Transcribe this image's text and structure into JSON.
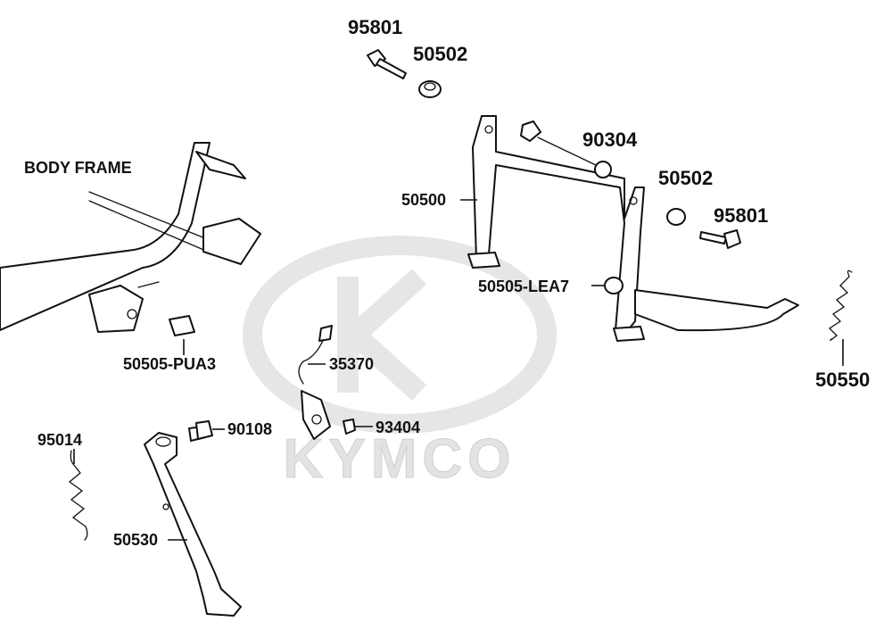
{
  "labels": {
    "body_frame": "BODY   FRAME",
    "p95801_top": "95801",
    "p50502_top": "50502",
    "p90304": "90304",
    "p50502_right": "50502",
    "p95801_right": "95801",
    "p50500": "50500",
    "p50505_lea7": "50505-LEA7",
    "p50550": "50550",
    "p50505_pua3": "50505-PUA3",
    "p35370": "35370",
    "p90108": "90108",
    "p93404": "93404",
    "p95014": "95014",
    "p50530": "50530"
  },
  "watermark": {
    "text": "KYMCO",
    "color": "#e0e0e0"
  },
  "colors": {
    "line": "#111111",
    "background": "#ffffff"
  }
}
